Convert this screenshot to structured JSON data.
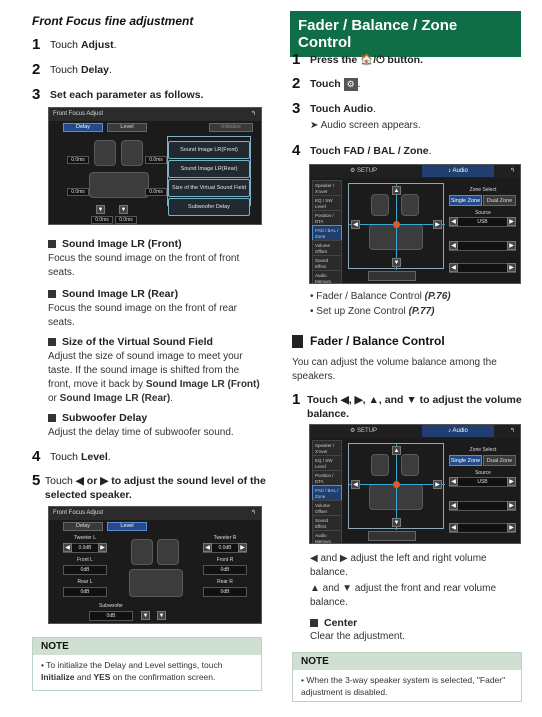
{
  "left": {
    "section_title": "Front Focus fine adjustment",
    "steps": [
      {
        "num": "1",
        "pre": "Touch ",
        "bold": "Adjust",
        "post": "."
      },
      {
        "num": "2",
        "pre": "Touch ",
        "bold": "Delay",
        "post": "."
      },
      {
        "num": "3",
        "pre": "",
        "bold": "Set each parameter as follows.",
        "post": ""
      }
    ],
    "screen1": {
      "title": "Front Focus Adjust",
      "tabs": [
        "Delay",
        "Level",
        "Initialize"
      ],
      "values": [
        "0.0ms",
        "0.0ms",
        "0.0ms",
        "0.0ms",
        "0.0ms",
        "0.0ms"
      ],
      "options": [
        "Sound Image LR(Front)",
        "Sound Image LR(Rear)",
        "Size of the Virtual Sound Field",
        "Subwoofer Delay"
      ]
    },
    "items": [
      {
        "title": "Sound Image LR (Front)",
        "desc": "Focus the sound image on the front of front seats."
      },
      {
        "title": "Sound Image LR (Rear)",
        "desc": "Focus the sound image on the front of rear seats."
      },
      {
        "title": "Size of the Virtual Sound Field",
        "desc_pre": "Adjust the size of sound image to meet your taste. If the sound image is shifted from the front, move it back by ",
        "desc_b1": "Sound Image LR (Front)",
        "desc_mid": " or ",
        "desc_b2": "Sound Image LR (Rear)",
        "desc_post": "."
      },
      {
        "title": "Subwoofer Delay",
        "desc": "Adjust the delay time of subwoofer sound."
      }
    ],
    "step4": {
      "num": "4",
      "pre": "Touch ",
      "bold": "Level",
      "post": "."
    },
    "step5": {
      "num": "5",
      "pre": "Touch ",
      "bold": "◀ or ▶ to adjust the sound level of the selected speaker.",
      "post": ""
    },
    "screen2": {
      "title": "Front Focus Adjust",
      "tabs": [
        "Delay",
        "Level"
      ],
      "labels": [
        "Tweeter L",
        "Tweeter R",
        "Front L",
        "Front R",
        "Rear L",
        "Rear R",
        "Subwoofer"
      ],
      "values": [
        "0.0dB",
        "0.0dB",
        "0dB",
        "0dB",
        "0dB",
        "0dB",
        "0dB"
      ]
    },
    "note": {
      "title": "NOTE",
      "pre": "• To initialize the Delay and Level settings, touch ",
      "b1": "Initialize",
      "mid": " and ",
      "b2": "YES",
      "post": " on the confirmation screen."
    }
  },
  "right": {
    "header": "Fader / Balance / Zone Control",
    "steps": [
      {
        "num": "1",
        "pre": "Press the ",
        "bold": "🏠/⏻",
        "post": " button."
      },
      {
        "num": "2",
        "pre": "Touch ",
        "bold": "⚙",
        "post": "."
      },
      {
        "num": "3",
        "pre": "Touch ",
        "bold": "Audio",
        "post": "."
      }
    ],
    "audio_appears": "➤ Audio screen appears.",
    "step4": {
      "num": "4",
      "pre": "Touch ",
      "bold": "FAD / BAL / Zone",
      "post": "."
    },
    "screen": {
      "setup": "SETUP",
      "audio": "Audio",
      "side": [
        "Speaker / X'over",
        "EQ / SW Level",
        "Position / DTA",
        "FAD / BAL / Zone",
        "Volume Offset",
        "Sound Effect",
        "Audio Memory"
      ],
      "zone_select": "Zone Select",
      "single": "Single Zone",
      "dual": "Dual Zone",
      "source": "Source",
      "usb": "USB"
    },
    "links": [
      {
        "text": "• Fader / Balance Control ",
        "ref": "(P.76)"
      },
      {
        "text": "• Set up Zone Control ",
        "ref": "(P.77)"
      }
    ],
    "fb_title": "Fader / Balance Control",
    "fb_intro": "You can adjust the volume balance among the speakers.",
    "fb_step1": {
      "num": "1",
      "pre": "Touch ",
      "bold": "◀, ▶, ▲, and ▼ to adjust the volume balance.",
      "post": ""
    },
    "lr_text": "◀ and ▶ adjust the left and right volume balance.",
    "ud_text": "▲ and ▼ adjust the front and rear volume balance.",
    "center_title": "Center",
    "center_desc": "Clear the adjustment.",
    "note": {
      "title": "NOTE",
      "body": "• When the 3-way speaker system is selected, \"Fader\" adjustment is disabled."
    }
  }
}
